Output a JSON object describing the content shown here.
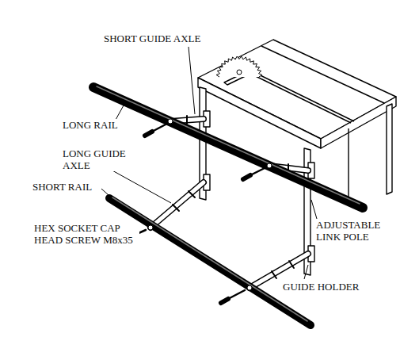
{
  "diagram": {
    "labels": [
      "SHORT GUIDE AXLE",
      "LONG RAIL",
      "LONG GUIDE AXLE",
      "SHORT RAIL",
      "HEX SOCKET CAP HEAD SCREW M8x35",
      "ADJUSTABLE LINK POLE",
      "GUIDE HOLDER"
    ]
  }
}
